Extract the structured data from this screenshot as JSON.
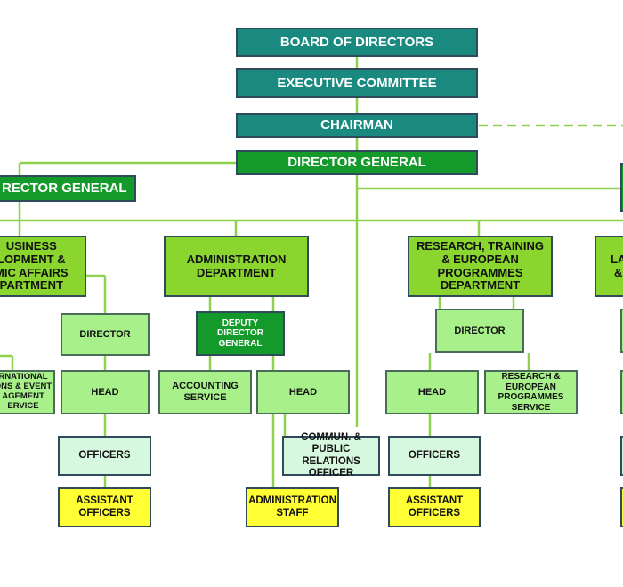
{
  "boxes": {
    "board": "BOARD OF DIRECTORS",
    "executive": "EXECUTIVE COMMITTEE",
    "chairman": "CHAIRMAN",
    "director_general": "DIRECTOR GENERAL",
    "deputy_dg_left": "RECTOR GENERAL",
    "business_dept": "USINESS\nLOPMENT &\nMIC AFFAIRS\nPARTMENT",
    "admin_dept": "ADMINISTRATION\nDEPARTMENT",
    "research_dept": "RESEARCH, TRAINING\n& EUROPEAN\nPROGRAMMES\nDEPARTMENT",
    "right_dept": "LA\n&",
    "director_business": "DIRECTOR",
    "deputy_dg_admin": "DEPUTY\nDIRECTOR\nGENERAL",
    "director_research": "DIRECTOR",
    "intl_relations": "RNATIONAL\nONS & EVENT\nAGEMENT\nERVICE",
    "head_business": "HEAD",
    "accounting": "ACCOUNTING\nSERVICE",
    "head_admin": "HEAD",
    "head_research": "HEAD",
    "research_service": "RESEARCH &\nEUROPEAN\nPROGRAMMES\nSERVICE",
    "officers_business": "OFFICERS",
    "commun_officer": "COMMUN. & PUBLIC\nRELATIONS\nOFFICER",
    "officers_research": "OFFICERS",
    "assistant_business": "ASSISTANT\nOFFICERS",
    "admin_staff": "ADMINISTRATION\nSTAFF",
    "assistant_research": "ASSISTANT\nOFFICERS"
  },
  "colors": {
    "teal": "#1a8a80",
    "dark_green": "#149a2a",
    "lime": "#8ad62e",
    "light_green": "#a8f08a",
    "pale_green": "#d6f8de",
    "yellow": "#ffff33",
    "connector": "#8fd14f"
  }
}
